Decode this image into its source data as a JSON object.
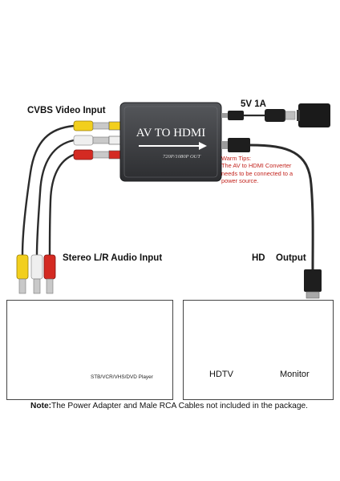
{
  "device": {
    "title": "AV TO HDMI",
    "sub_label": "720P/1080P OUT"
  },
  "labels": {
    "cvbs": "CVBS Video Input",
    "stereo": "Stereo L/R Audio Input",
    "power": "5V 1A",
    "hd": "HD",
    "output": "Output"
  },
  "warm_tips": {
    "heading": "Warm Tips:",
    "lines": [
      "The AV to HDMI Converter",
      "needs to be connected to a",
      "power source."
    ]
  },
  "source_box": {
    "stb_caption": "STB/VCR/VHS/DVD Player"
  },
  "display_box": {
    "hdtv_caption": "HDTV",
    "monitor_caption": "Monitor"
  },
  "note": {
    "prefix": "Note:",
    "text": "The Power Adapter and Male RCA Cables not included in the package."
  },
  "colors": {
    "rca_yellow": "#f2cf1d",
    "rca_white": "#e8e8e8",
    "rca_red": "#d42a22",
    "device_body": "#3b3d40",
    "warm_tips_text": "#c3241e"
  },
  "icons": [
    "game-console-icon",
    "gamepad-icon",
    "dvd-player-icon",
    "tv-icon",
    "monitor-icon",
    "usb-power-adapter-icon",
    "hdmi-plug-icon"
  ]
}
